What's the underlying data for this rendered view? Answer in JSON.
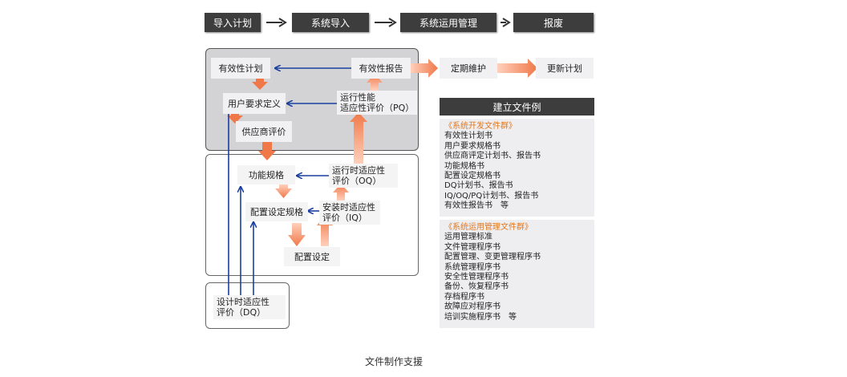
{
  "pipeline": [
    "导入计划",
    "系统导入",
    "系统运用管理",
    "报废"
  ],
  "nodes": {
    "validity_plan": "有效性计划",
    "user_req": "用户要求定义",
    "supplier_eval": "供应商评价",
    "validity_report": "有效性报告",
    "pq_eval": [
      "运行性能",
      "适应性评价（PQ）"
    ],
    "periodic_maint": "定期維护",
    "update_plan": "更新计划",
    "func_spec": "功能规格",
    "oq_eval": [
      "运行时适应性",
      "评价（OQ）"
    ],
    "config_spec": "配置设定规格",
    "iq_eval": [
      "安装时适应性",
      "评价（IQ）"
    ],
    "config_setting": "配置设定",
    "dq_eval": [
      "设计时适应性",
      "评价（DQ）"
    ]
  },
  "doc_panel": {
    "title": "建立文件例",
    "group1": {
      "heading": "《系统开发文件群》",
      "items": [
        "有效性计划书",
        "用户要求规格书",
        "供应商评定计划书、报告书",
        "功能规格书",
        "配置设定规格书",
        "DQ计划书、报告书",
        "IQ/OQ/PQ计划书、报告书",
        "有效性报告书　等"
      ]
    },
    "group2": {
      "heading": "《系统运用管理文件群》",
      "items": [
        "运用管理标准",
        "文件管理程序书",
        "配置管理、变更管理程序书",
        "系统管理程序书",
        "安全性管理程序书",
        "备份、恢复程序书",
        "存档程序书",
        "故障应对程序书",
        "培训实施程序书　等"
      ]
    }
  },
  "caption": "文件制作支援",
  "colors": {
    "stage_bg": "#3d3d3d",
    "orange": "#f07848",
    "blue": "#1a3f9e",
    "region_dark": "#d3d3d5"
  }
}
